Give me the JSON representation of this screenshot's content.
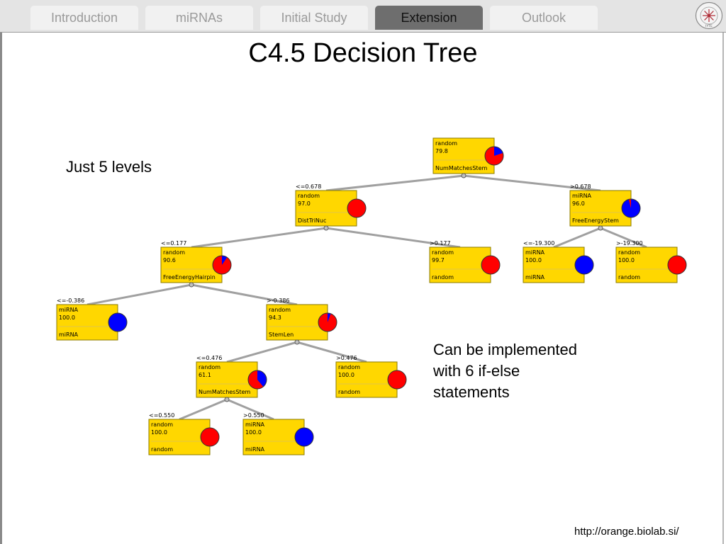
{
  "tabs": [
    {
      "label": "Introduction",
      "active": false
    },
    {
      "label": "miRNAs",
      "active": false
    },
    {
      "label": "Initial Study",
      "active": false
    },
    {
      "label": "Extension",
      "active": true
    },
    {
      "label": "Outlook",
      "active": false
    }
  ],
  "logo": {
    "label": "IYTE"
  },
  "title": "C4.5 Decision Tree",
  "notes": {
    "levels": "Just 5 levels",
    "impl": [
      "Can be implemented",
      "with 6 if-else",
      "statements"
    ]
  },
  "footer": "http://orange.biolab.si/",
  "colors": {
    "node_fill": "#ffd700",
    "random": "#ff0000",
    "mirna": "#0000ff",
    "edge": "#a0a0a0"
  },
  "tree": {
    "nodes": [
      {
        "id": "n0",
        "edge_label": "",
        "class": "random",
        "percent": "79.8",
        "split": "NumMatchesStem",
        "mirna_share": 0.2
      },
      {
        "id": "n1",
        "edge_label": "<=0.678",
        "class": "random",
        "percent": "97.0",
        "split": "DistTriNuc",
        "mirna_share": 0.0
      },
      {
        "id": "n2",
        "edge_label": ">0.678",
        "class": "miRNA",
        "percent": "96.0",
        "split": "FreeEnergyStem",
        "mirna_share": 0.96
      },
      {
        "id": "n3",
        "edge_label": "<=0.177",
        "class": "random",
        "percent": "90.6",
        "split": "FreeEnergyHairpin",
        "mirna_share": 0.094
      },
      {
        "id": "n4",
        "edge_label": ">0.177",
        "class": "random",
        "percent": "99.7",
        "split": "random",
        "mirna_share": 0.0
      },
      {
        "id": "n5",
        "edge_label": "<=-19.300",
        "class": "miRNA",
        "percent": "100.0",
        "split": "miRNA",
        "mirna_share": 1.0
      },
      {
        "id": "n6",
        "edge_label": ">-19.300",
        "class": "random",
        "percent": "100.0",
        "split": "random",
        "mirna_share": 0.0
      },
      {
        "id": "n7",
        "edge_label": "<=-0.386",
        "class": "miRNA",
        "percent": "100.0",
        "split": "miRNA",
        "mirna_share": 1.0
      },
      {
        "id": "n8",
        "edge_label": ">-0.386",
        "class": "random",
        "percent": "94.3",
        "split": "StemLen",
        "mirna_share": 0.057
      },
      {
        "id": "n9",
        "edge_label": "<=0.476",
        "class": "random",
        "percent": "61.1",
        "split": "NumMatchesStem",
        "mirna_share": 0.389
      },
      {
        "id": "n10",
        "edge_label": ">0.476",
        "class": "random",
        "percent": "100.0",
        "split": "random",
        "mirna_share": 0.0
      },
      {
        "id": "n11",
        "edge_label": "<=0.550",
        "class": "random",
        "percent": "100.0",
        "split": "random",
        "mirna_share": 0.0
      },
      {
        "id": "n12",
        "edge_label": ">0.550",
        "class": "miRNA",
        "percent": "100.0",
        "split": "miRNA",
        "mirna_share": 1.0
      }
    ],
    "edges": [
      [
        "n0",
        "n1"
      ],
      [
        "n0",
        "n2"
      ],
      [
        "n1",
        "n3"
      ],
      [
        "n1",
        "n4"
      ],
      [
        "n2",
        "n5"
      ],
      [
        "n2",
        "n6"
      ],
      [
        "n3",
        "n7"
      ],
      [
        "n3",
        "n8"
      ],
      [
        "n8",
        "n9"
      ],
      [
        "n8",
        "n10"
      ],
      [
        "n9",
        "n11"
      ],
      [
        "n9",
        "n12"
      ]
    ]
  }
}
